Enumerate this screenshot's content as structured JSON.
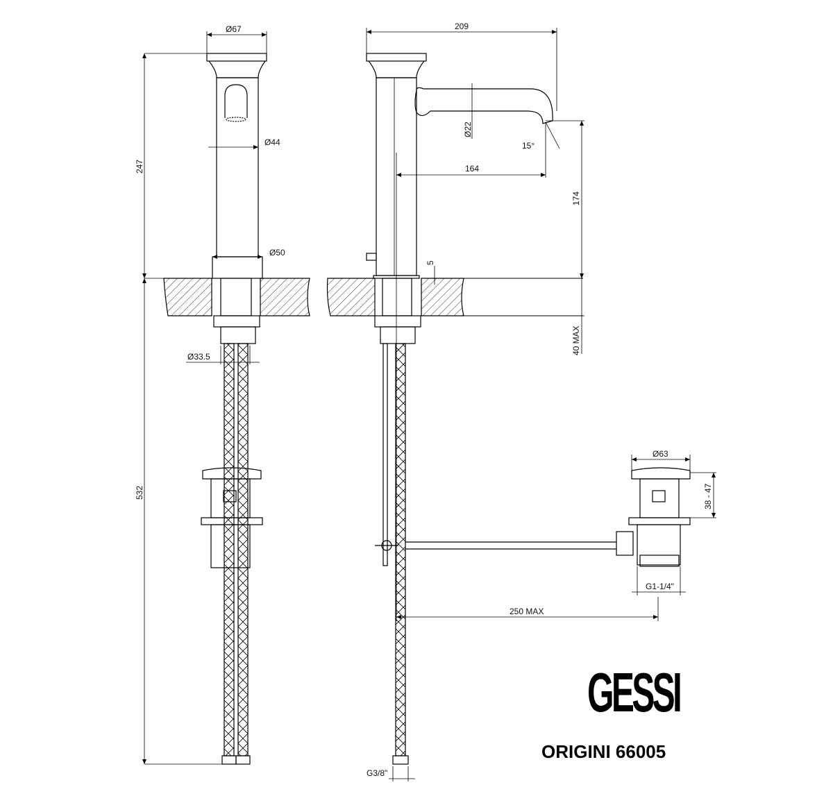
{
  "colors": {
    "ink": "#000000",
    "paper": "#ffffff"
  },
  "brand": {
    "logo_text": "GESSI",
    "model_label": "ORIGINI 66005"
  },
  "front_view": {
    "dim_top_diameter": "Ø67",
    "dim_body_diameter": "Ø44",
    "dim_base_diameter": "Ø50",
    "dim_height_above_deck": "247",
    "dim_connector_diameter": "Ø33.5",
    "dim_hose_length": "532"
  },
  "side_view": {
    "dim_total_reach": "209",
    "dim_spout_reach": "164",
    "dim_spout_diameter": "Ø22",
    "dim_spout_angle": "15°",
    "dim_spout_height": "174",
    "dim_base_ring": "5",
    "dim_deck_thickness": "40 MAX",
    "dim_hose_thread": "G3/8\""
  },
  "waste_view": {
    "dim_plug_diameter": "Ø63",
    "dim_waste_height": "38 - 47",
    "dim_waste_thread": "G1-1/4\"",
    "dim_rod_length": "250 MAX"
  }
}
